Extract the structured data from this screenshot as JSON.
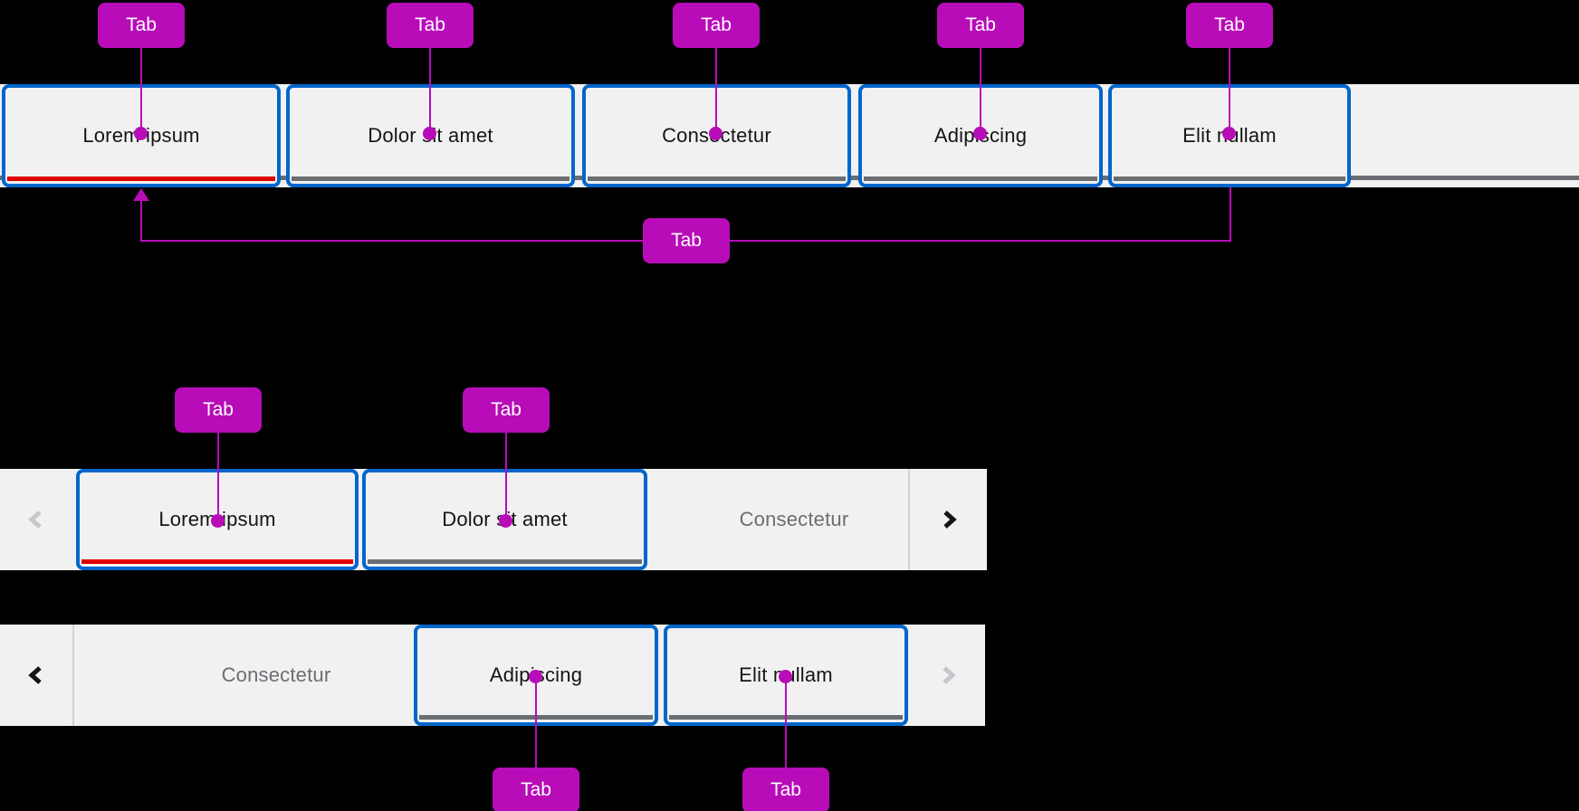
{
  "colors": {
    "background": "#000000",
    "bar_background": "#f1f1f1",
    "spec_border_blue": "#0066cc",
    "active_indicator_red": "#e00000",
    "inactive_indicator_gray": "#6a6e73",
    "annotation_magenta": "#b80cb8",
    "tab_text": "#151515",
    "overflow_tab_text": "#6a6e73",
    "disabled_chevron": "#c5c8cc",
    "enabled_chevron": "#151515"
  },
  "s1": {
    "description": "full tab bar",
    "tabs": [
      {
        "label": "Lorem ipsum",
        "active": true
      },
      {
        "label": "Dolor sit amet",
        "active": false
      },
      {
        "label": "Consectetur",
        "active": false
      },
      {
        "label": "Adipiscing",
        "active": false
      },
      {
        "label": "Elit nullam",
        "active": false
      }
    ],
    "callouts": [
      "Tab",
      "Tab",
      "Tab",
      "Tab",
      "Tab"
    ],
    "span_callout": "Tab"
  },
  "s2": {
    "description": "overflow tab bar scrolled to start",
    "scroll_left_enabled": false,
    "scroll_right_enabled": true,
    "tabs": [
      {
        "label": "Lorem ipsum",
        "active": true,
        "boxed": true
      },
      {
        "label": "Dolor sit amet",
        "active": false,
        "boxed": true
      },
      {
        "label": "Consectetur",
        "active": false,
        "boxed": false
      }
    ],
    "callouts": [
      "Tab",
      "Tab"
    ]
  },
  "s3": {
    "description": "overflow tab bar scrolled to end",
    "scroll_left_enabled": true,
    "scroll_right_enabled": false,
    "tabs": [
      {
        "label": "Consectetur",
        "active": false,
        "boxed": false
      },
      {
        "label": "Adipiscing",
        "active": false,
        "boxed": true
      },
      {
        "label": "Elit nullam",
        "active": false,
        "boxed": true
      }
    ],
    "callouts": [
      "Tab",
      "Tab"
    ]
  }
}
